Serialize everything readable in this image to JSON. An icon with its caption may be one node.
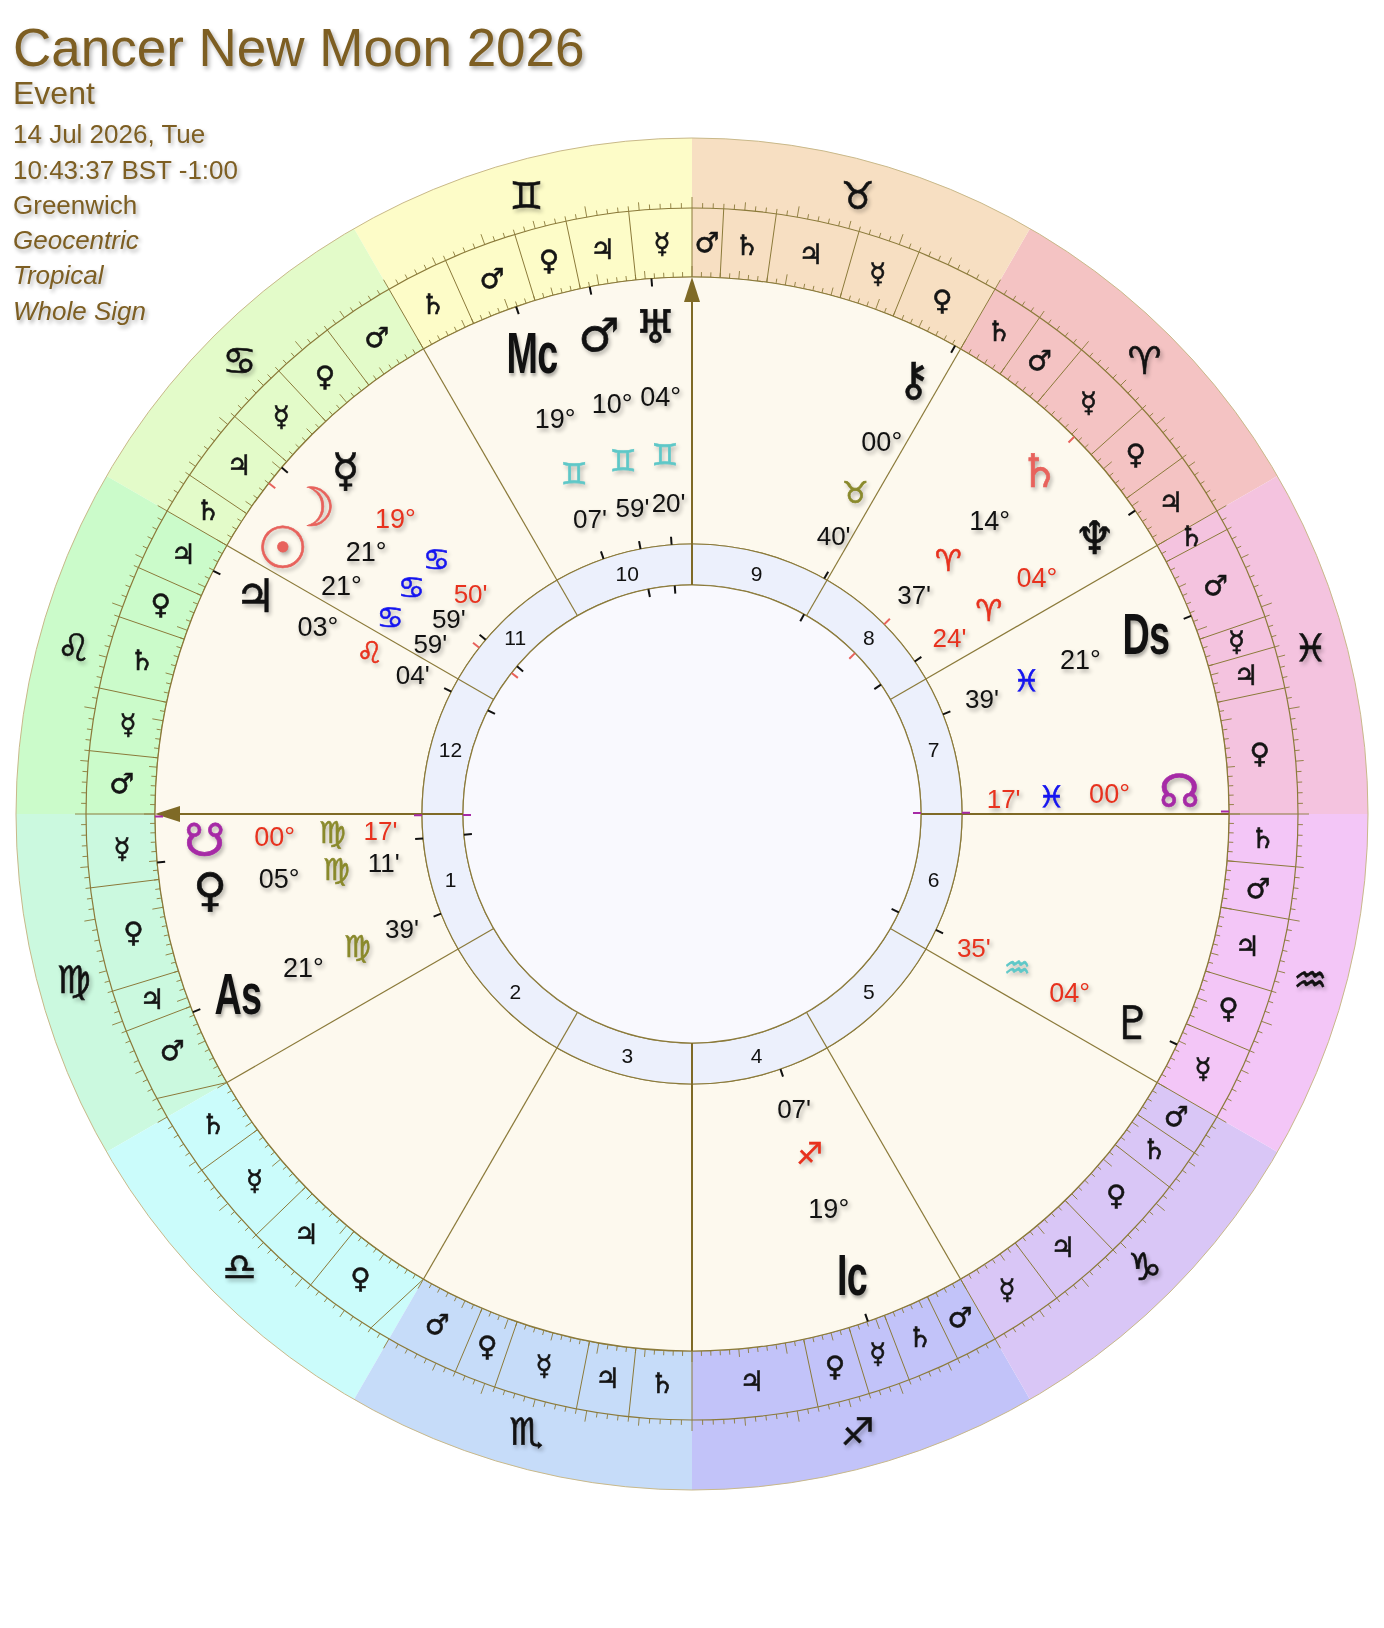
{
  "diagram": {
    "title": "Cancer New Moon 2026",
    "labels": [
      "Event",
      "14 Jul 2026, Tue",
      "10:43:37 BST -1:00",
      "Greenwich",
      "Geocentric",
      "Tropical",
      "Whole Sign",
      "♈",
      "♉",
      "♊",
      "♋",
      "♌",
      "♍",
      "♎",
      "♏",
      "♐",
      "♑",
      "♒",
      "♓",
      "♃",
      "♀",
      "☿",
      "♂",
      "♄",
      "♀",
      "☿",
      "♃",
      "♄",
      "♂",
      "☿",
      "♃",
      "♀",
      "♂",
      "♄",
      "♂",
      "♀",
      "☿",
      "♃",
      "♄",
      "♃",
      "♀",
      "♄",
      "☿",
      "♂",
      "☿",
      "♀",
      "♃",
      "♂",
      "♄",
      "☿",
      "♃",
      "♀",
      "♂",
      "♀",
      "☿",
      "♃",
      "♄",
      "♃",
      "♀",
      "☿",
      "♄",
      "♂",
      "☿",
      "♃",
      "♀",
      "♄",
      "♂",
      "☿",
      "♀",
      "♃",
      "♂",
      "♄",
      "♀",
      "♃",
      "☿",
      "♂",
      "♄",
      "1",
      "2",
      "3",
      "4",
      "5",
      "6",
      "7",
      "8",
      "9",
      "10",
      "11",
      "12",
      "Mc",
      "19°",
      "♊",
      "07'",
      "♂",
      "10°",
      "♊",
      "59'",
      "♅",
      "04°",
      "♊",
      "20'",
      "⚷",
      "00°",
      "♉",
      "40'",
      "♄",
      "14°",
      "♈",
      "37'",
      "♆",
      "04°",
      "♈",
      "24'",
      "Ds",
      "21°",
      "♓",
      "39'",
      "☊",
      "00°",
      "♓",
      "17'",
      "♇",
      "04°",
      "♒",
      "35'",
      "Ic",
      "19°",
      "♐",
      "07'",
      "As",
      "21°",
      "♍",
      "39'",
      "♀",
      "05°",
      "♍",
      "11'",
      "☋",
      "00°",
      "♍",
      "17'",
      "♃",
      "03°",
      "♌",
      "04'",
      "☉",
      "21°",
      "♋",
      "59'",
      "☽",
      "21°",
      "♋",
      "59'",
      "☿",
      "19°",
      "♋",
      "50'"
    ]
  }
}
